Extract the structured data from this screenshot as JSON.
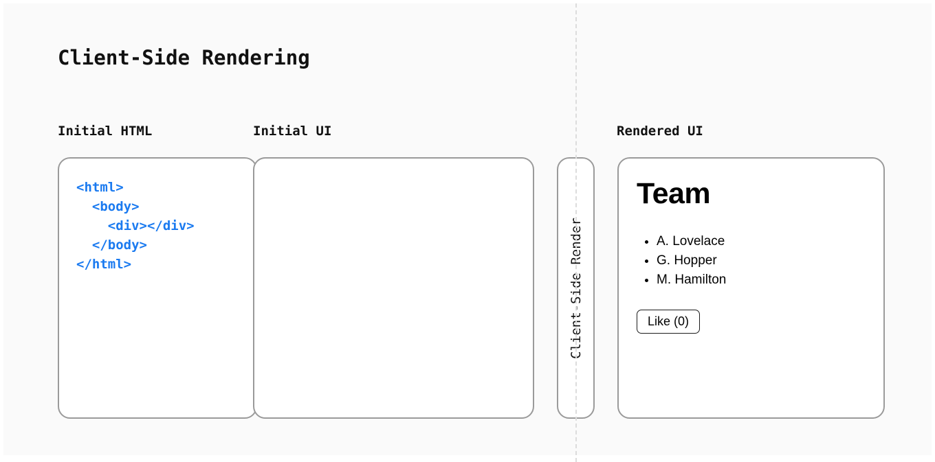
{
  "title": "Client-Side Rendering",
  "columns": {
    "initial_html": "Initial HTML",
    "initial_ui": "Initial UI",
    "rendered_ui": "Rendered UI"
  },
  "initial_html_panel": {
    "code": "<html>\n  <body>\n    <div></div>\n  </body>\n</html>",
    "code_color": "#1a7af0"
  },
  "initial_ui_panel": {
    "content": ""
  },
  "render_step": {
    "label": "Client-Side Render",
    "orientation": "vertical-bottom-to-top"
  },
  "rendered_ui_panel": {
    "heading": "Team",
    "list_items": [
      "A. Lovelace",
      "G. Hopper",
      "M. Hamilton"
    ],
    "button_label": "Like (0)"
  },
  "divider": {
    "style": "dashed",
    "color": "#dcdcdc"
  },
  "colors": {
    "background": "#fafafa",
    "panel_background": "#ffffff",
    "panel_border": "#9a9a9a",
    "text": "#111111",
    "code_blue": "#1a7af0"
  }
}
